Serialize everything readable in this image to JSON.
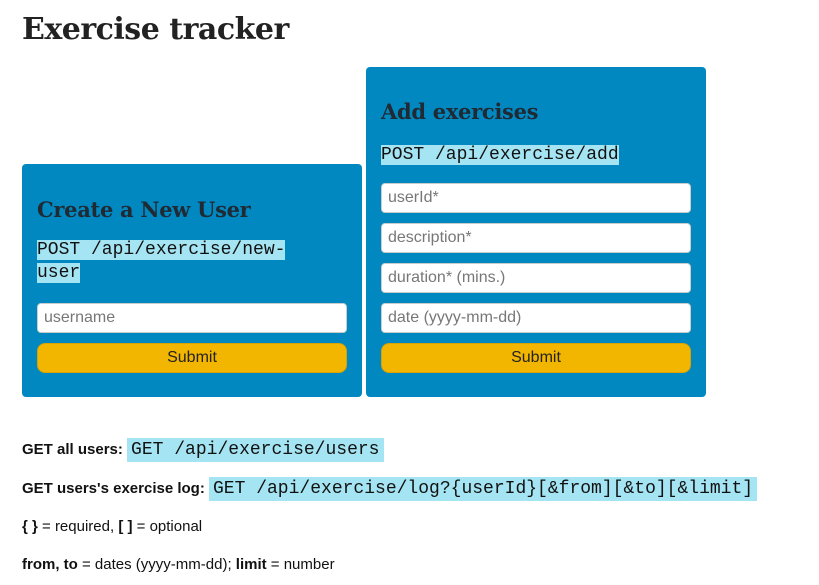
{
  "page": {
    "title": "Exercise tracker"
  },
  "new_user": {
    "heading": "Create a New User",
    "endpoint": "POST /api/exercise/new-user",
    "username_placeholder": "username",
    "submit_label": "Submit"
  },
  "add_exercise": {
    "heading": "Add exercises",
    "endpoint": "POST /api/exercise/add",
    "userid_placeholder": "userId*",
    "description_placeholder": "description*",
    "duration_placeholder": "duration* (mins.)",
    "date_placeholder": "date (yyyy-mm-dd)",
    "submit_label": "Submit"
  },
  "info": {
    "all_users_label": "GET all users:",
    "all_users_endpoint": "GET /api/exercise/users",
    "log_label": "GET users's exercise log:",
    "log_endpoint": "GET /api/exercise/log?{userId}[&from][&to][&limit]",
    "legend_required_sym": "{ }",
    "legend_required_text": " = required, ",
    "legend_optional_sym": "[ ]",
    "legend_optional_text": " = optional",
    "params_fromto": "from, to",
    "params_dates_text": " = dates (yyyy-mm-dd); ",
    "params_limit": "limit",
    "params_limit_text": " = number"
  },
  "colors": {
    "panel": "#0288c1",
    "code_bg": "#a5e5f3",
    "button": "#f2b600"
  }
}
